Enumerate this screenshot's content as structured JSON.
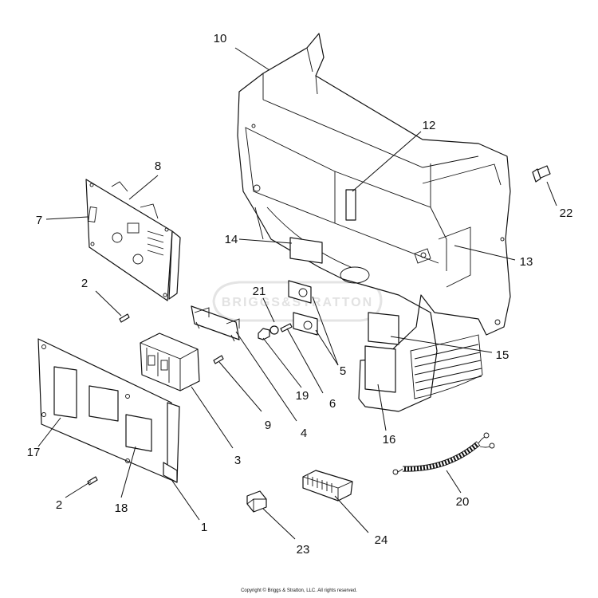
{
  "watermark": "BRIGGS&STRATTON",
  "copyright": "Copyright © Briggs & Stratton, LLC. All rights reserved.",
  "callouts": {
    "c1": "1",
    "c2a": "2",
    "c2b": "2",
    "c3": "3",
    "c4": "4",
    "c5": "5",
    "c6": "6",
    "c7": "7",
    "c8": "8",
    "c9": "9",
    "c10": "10",
    "c12": "12",
    "c13": "13",
    "c14": "14",
    "c15": "15",
    "c16": "16",
    "c17": "17",
    "c18": "18",
    "c19": "19",
    "c20": "20",
    "c21": "21",
    "c22": "22",
    "c23": "23",
    "c24": "24"
  }
}
